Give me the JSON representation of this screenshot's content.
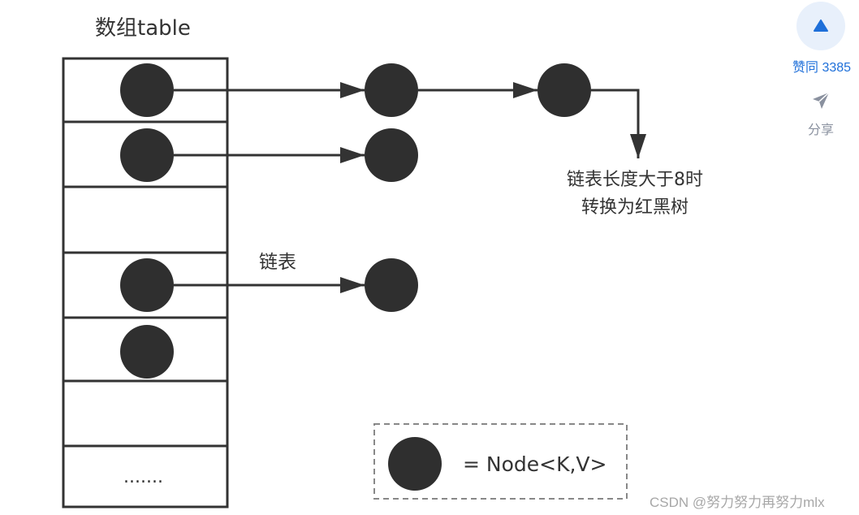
{
  "diagram": {
    "table_title": "数组table",
    "ellipsis": ".......",
    "linked_list_label": "链表",
    "treeify_note_line1": "链表长度大于8时",
    "treeify_note_line2": "转换为红黑树",
    "legend_text": "= Node<K,V>"
  },
  "sidebar": {
    "upvote_label": "赞同",
    "upvote_count": "3385",
    "share_label": "分享",
    "upvote_icon": "triangle-up-icon",
    "share_icon": "paper-plane-icon"
  },
  "watermark": "CSDN @努力努力再努力mlx",
  "colors": {
    "node_fill": "#2f2f2f",
    "line": "#333333",
    "accent_blue": "#1e6fd9",
    "upvote_bg": "#e8f0fb",
    "share_gray": "#8a919f",
    "legend_dash": "#888888"
  }
}
